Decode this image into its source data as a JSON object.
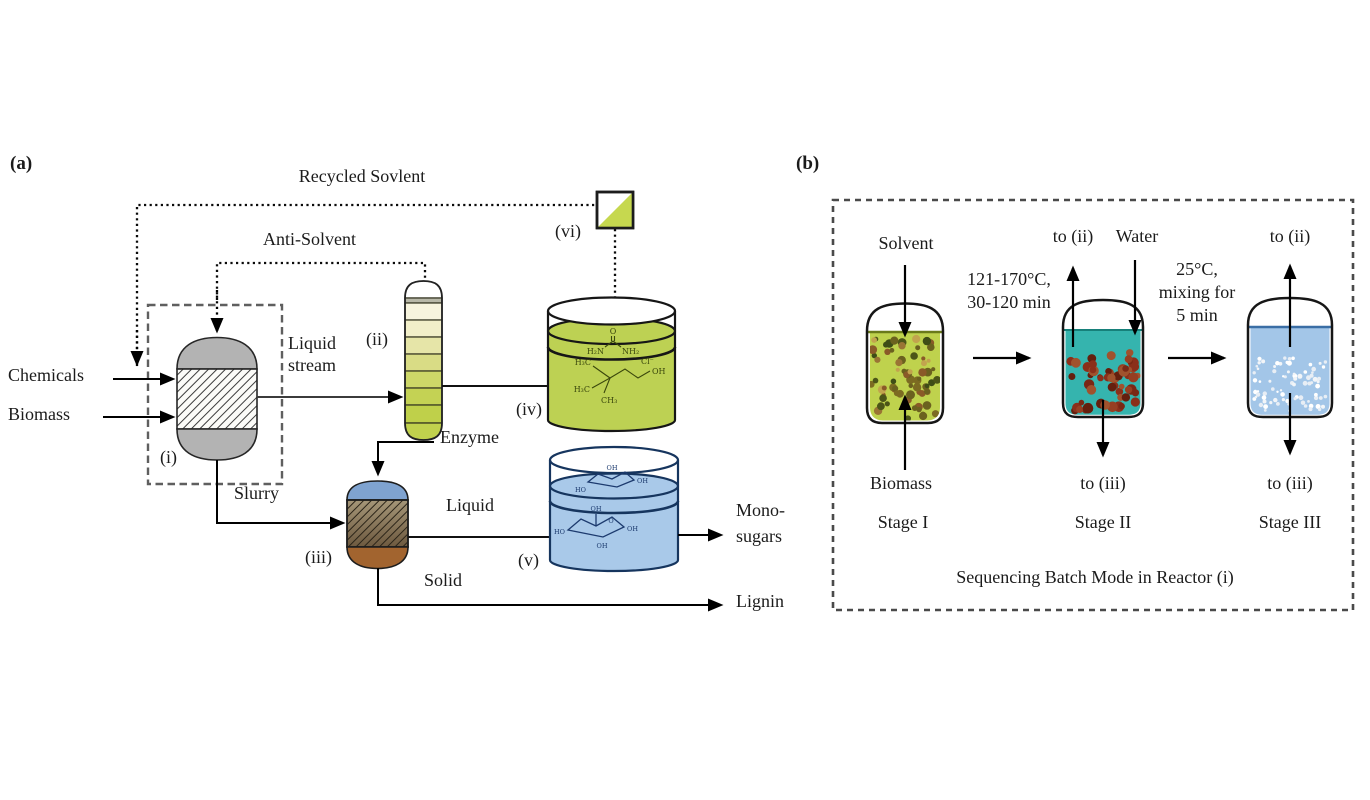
{
  "colors": {
    "solvent_green": "#bfd24d",
    "teal": "#35b4ae",
    "light_blue": "#a3c6e8",
    "tank_iv_green": "#bdd153",
    "tank_v_blue": "#a9c9e9",
    "reactor_gray": "#b3b3b3",
    "reactor_iii_blue": "#7fa3d0",
    "reactor_iii_brown": "#a2642f",
    "chunk_brown": "#8b2f1a",
    "ink": "#1b1b1b"
  },
  "panel_a": {
    "label": "(a)",
    "recycled_solvent": "Recycled Sovlent",
    "anti_solvent": "Anti-Solvent",
    "chemicals": "Chemicals",
    "biomass": "Biomass",
    "liquid_stream_line1": "Liquid",
    "liquid_stream_line2": "stream",
    "slurry": "Slurry",
    "enzyme": "Enzyme",
    "liquid": "Liquid",
    "solid": "Solid",
    "mono_line1": "Mono-",
    "mono_line2": "sugars",
    "lignin": "Lignin",
    "unit_i": "(i)",
    "unit_ii": "(ii)",
    "unit_iii": "(iii)",
    "unit_iv": "(iv)",
    "unit_v": "(v)",
    "unit_vi": "(vi)",
    "molecules": {
      "urea_o": "O",
      "urea_left": "H₂N",
      "urea_right": "NH₂",
      "chol_me1": "H₃C",
      "chol_me2": "H₃C",
      "chol_me3": "CH₃",
      "chol_cl": "Cl⁻",
      "chol_oh": "OH",
      "sug1_a": "OH",
      "sug1_b": "HO",
      "sug1_c": "OH",
      "sug2_a": "OH",
      "sug2_b": "HO",
      "sug2_c": "O",
      "sug2_d": "OH",
      "sug2_e": "OH"
    }
  },
  "panel_b": {
    "label": "(b)",
    "solvent": "Solvent",
    "biomass": "Biomass",
    "to_ii": "to (ii)",
    "water": "Water",
    "to_iii": "to (iii)",
    "cond1_line1": "121-170°C,",
    "cond1_line2": "30-120 min",
    "cond2_line1": "25°C,",
    "cond2_line2": "mixing for",
    "cond2_line3": "5 min",
    "stage1": "Stage I",
    "stage2": "Stage II",
    "stage3": "Stage III",
    "caption": "Sequencing Batch Mode in Reactor (i)"
  }
}
